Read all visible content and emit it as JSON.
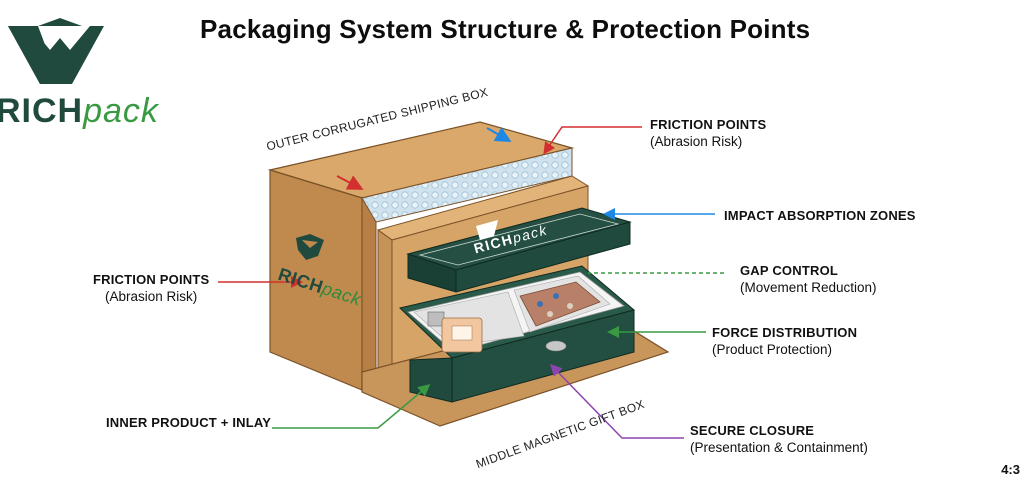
{
  "title": "Packaging System Structure & Protection Points",
  "logo": {
    "word_rich": "RICH",
    "word_pack": "pack",
    "box_word_rich": "RICH",
    "box_word_pack": "pack"
  },
  "aspect_ratio": "4:3",
  "labels": {
    "outer_box": "OUTER CORRUGATED SHIPPING BOX",
    "middle_box": "MIDDLE MAGNETIC GIFT BOX",
    "friction_top": {
      "main": "FRICTION POINTS",
      "sub": "(Abrasion Risk)"
    },
    "friction_left": {
      "main": "FRICTION POINTS",
      "sub": "(Abrasion Risk)"
    },
    "impact": {
      "main": "IMPACT ABSORPTION ZONES"
    },
    "gap": {
      "main": "GAP CONTROL",
      "sub": "(Movement Reduction)"
    },
    "force": {
      "main": "FORCE DISTRIBUTION",
      "sub": "(Product Protection)"
    },
    "inner": {
      "main": "INNER PRODUCT + INLAY"
    },
    "secure": {
      "main": "SECURE CLOSURE",
      "sub": "(Presentation & Containment)"
    }
  },
  "colors": {
    "red_arrow": "#d32f2f",
    "blue_arrow": "#1e88e5",
    "green_arrow": "#3a9a44",
    "purple_arrow": "#8e44ad",
    "cardboard": "#c8955a",
    "gift_box_green": "#1f4a3d"
  }
}
